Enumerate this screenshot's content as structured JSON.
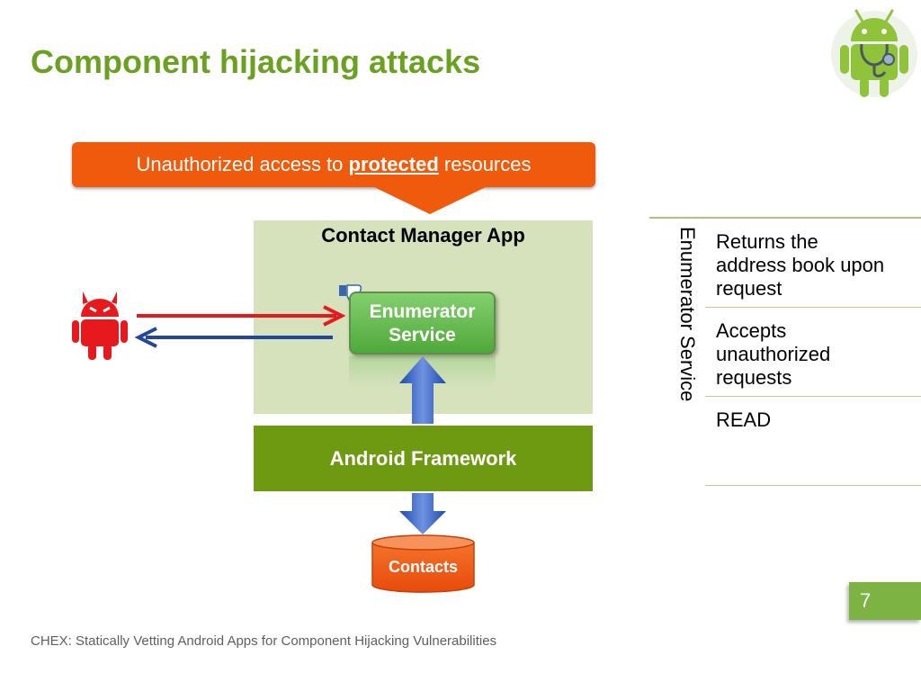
{
  "title": "Component hijacking attacks",
  "callout": {
    "prefix": "Unauthorized access to ",
    "emphasis": "protected",
    "suffix": " resources"
  },
  "diagram": {
    "app_title": "Contact Manager App",
    "service_line1": "Enumerator",
    "service_line2": "Service",
    "framework_label": "Android Framework",
    "db_label": "Contacts",
    "arrow_colors": {
      "request": "#e8191c",
      "response": "#23489b",
      "flow": "#1d4bb0"
    }
  },
  "table": {
    "header": "Enumerator Service",
    "rows": [
      {
        "lines": [
          "Returns the",
          "address book upon",
          "request"
        ]
      },
      {
        "lines": [
          "Accepts",
          "unauthorized",
          "requests"
        ]
      },
      {
        "lines": [
          "READ"
        ]
      }
    ]
  },
  "icons": {
    "logo": "android-doctor-icon",
    "attacker": "malicious-android-icon",
    "badge": "thumbs-down-icon"
  },
  "colors": {
    "accent_green": "#6aa121",
    "callout_orange": "#f05a0c",
    "framework_green": "#6e9a12",
    "app_bg": "#d5e2bb"
  },
  "page_number": "7",
  "footer": "CHEX: Statically Vetting Android Apps for Component Hijacking Vulnerabilities"
}
